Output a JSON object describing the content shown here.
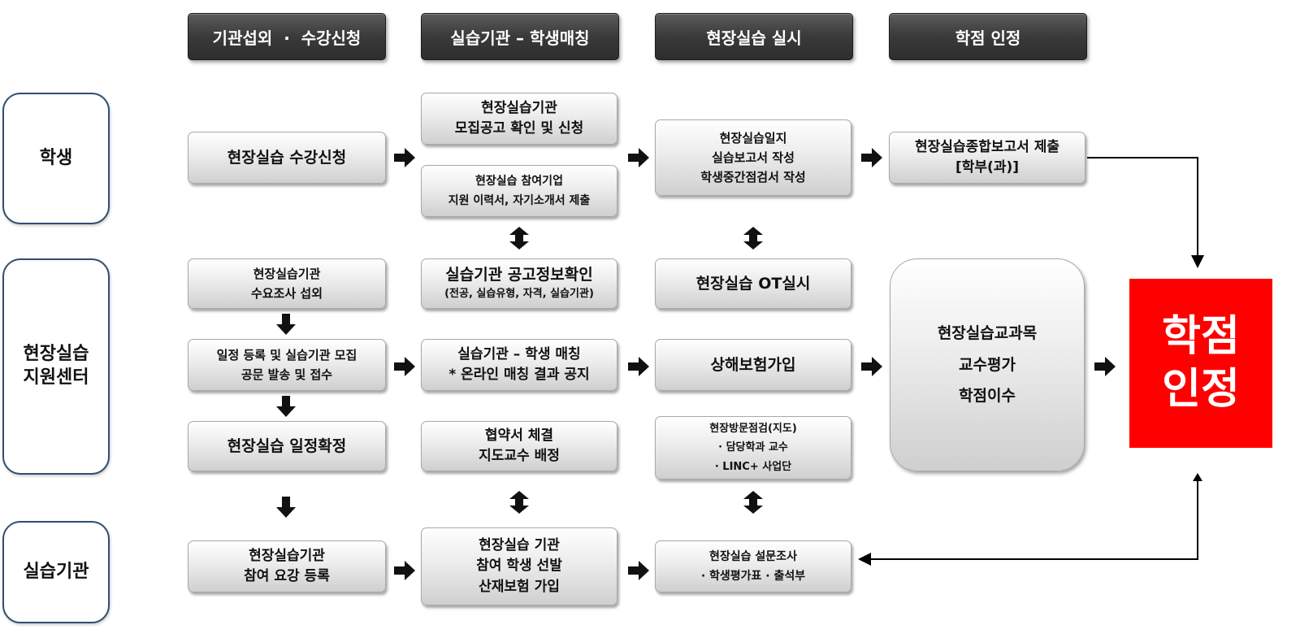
{
  "phases": [
    "기관섭외  ·  수강신청",
    "실습기관 – 학생매칭",
    "현장실습 실시",
    "학점 인정"
  ],
  "actors": [
    "학생",
    "현장실습\n지원센터",
    "실습기관"
  ],
  "boxes": {
    "student_apply": "현장실습 수강신청",
    "student_notice": "현장실습기관\n모집공고 확인 및 신청",
    "student_submit": "현장실습 참여기업\n지원 이력서, 자기소개서 제출",
    "student_journal": "현장실습일지\n실습보고서 작성\n학생중간점검서 작성",
    "student_report": "현장실습종합보고서 제출\n[학부(과)]",
    "center_survey": "현장실습기관\n수요조사 섭외",
    "center_register": "일정 등록 및 실습기관 모집\n공문 발송 및 접수",
    "center_confirm": "현장실습 일정확정",
    "center_check_title": "실습기관 공고정보확인",
    "center_check_sub": "(전공, 실습유형, 자격, 실습기관)",
    "center_match": "실습기관 – 학생 매칭\n* 온라인 매칭 결과 공지",
    "center_contract": "협약서 체결\n지도교수 배정",
    "center_ot": "현장실습 OT실시",
    "center_insurance": "상해보험가입",
    "center_visit": "현장방문점검(지도)\n·  담당학과 교수\n·  LINC+ 사업단",
    "center_eval": "현장실습교과목\n교수평가\n학점이수",
    "org_register": "현장실습기관\n참여 요강 등록",
    "org_select": "현장실습 기관\n참여 학생 선발\n산재보험 가입",
    "org_survey": "현장실습 설문조사\n·  학생평가표  ·  출석부"
  },
  "credit": "학점\n인정",
  "colors": {
    "phase_bg": "#3a3a3a",
    "credit_bg": "#ff0000",
    "actor_border": "#2f4f6f"
  },
  "icons": {
    "flow_arrow": "right-arrow-icon",
    "down_arrow": "down-arrow-icon",
    "bidirectional": "up-down-arrow-icon"
  }
}
